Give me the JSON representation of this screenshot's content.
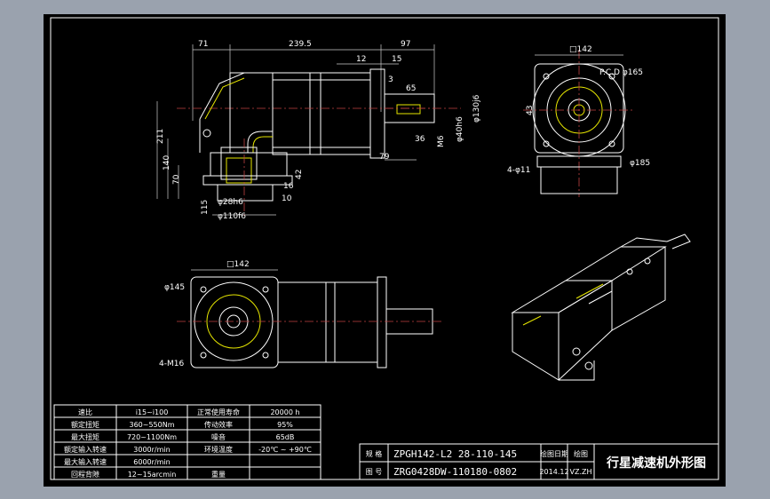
{
  "dimensions": {
    "d71": "71",
    "d2395": "239.5",
    "d97": "97",
    "d12": "12",
    "d15": "15",
    "d3": "3",
    "d65": "65",
    "d36": "36",
    "d79": "79",
    "dM6": "M6",
    "d40h6": "φ40h6",
    "d130j6": "φ130j6",
    "d211": "211",
    "d140": "140",
    "d70": "70",
    "d16": "16",
    "d42": "42",
    "d10": "10",
    "d115": "115",
    "d28h6": "φ28h6",
    "d110f6": "φ110f6",
    "sq142a": "□142",
    "pcd165": "P.C.D φ165",
    "d43": "43",
    "d185": "φ185",
    "holes4x11": "4-φ11",
    "sq142b": "□142",
    "d145": "φ145",
    "holes4xM16": "4-M16"
  },
  "spec_table": {
    "rows": [
      {
        "k1": "速比",
        "v1": "i15~i100",
        "k2": "正常使用寿命",
        "v2": "20000 h"
      },
      {
        "k1": "额定扭矩",
        "v1": "360~550Nm",
        "k2": "传动效率",
        "v2": "95%"
      },
      {
        "k1": "最大扭矩",
        "v1": "720~1100Nm",
        "k2": "噪音",
        "v2": "65dB"
      },
      {
        "k1": "额定输入转速",
        "v1": "3000r/min",
        "k2": "环境温度",
        "v2": "-20℃ ~ +90℃"
      },
      {
        "k1": "最大输入转速",
        "v1": "6000r/min",
        "k2": "",
        "v2": ""
      },
      {
        "k1": "回程背隙",
        "v1": "12~15arcmin",
        "k2": "重量",
        "v2": ""
      }
    ]
  },
  "title_block": {
    "label_spec": "规 格",
    "spec_value": "ZPGH142-L2 28-110-145",
    "label_drawing_no": "图 号",
    "drawing_no": "ZRG0428DW-110180-0802",
    "date_label": "绘图日期",
    "date_value": "2014.12",
    "drawer_label": "绘图",
    "drawer": "VZ.ZH",
    "title": "行星减速机外形图"
  }
}
